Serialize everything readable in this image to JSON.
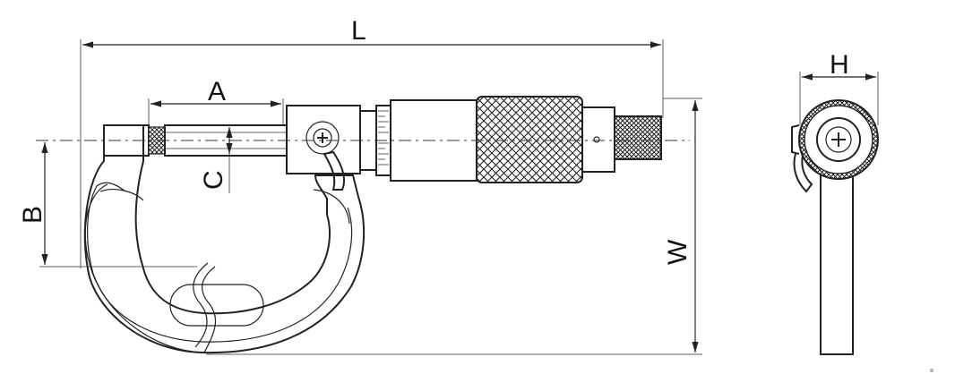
{
  "dimensions": {
    "L": "L",
    "A": "A",
    "B": "B",
    "C": "C",
    "W": "W",
    "H": "H"
  },
  "colors": {
    "line": "#222222",
    "background": "#ffffff"
  }
}
